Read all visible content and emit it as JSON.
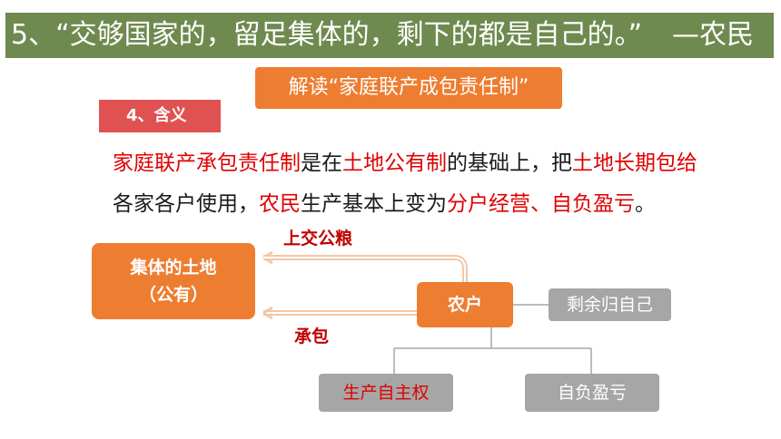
{
  "title": {
    "main": "5、“交够国家的，留足集体的，剩下的都是自己的。”",
    "author": "—农民"
  },
  "tag_reading": "解读“家庭联产成包责任制”",
  "section_tag": "4、含义",
  "paragraph": {
    "line1": [
      {
        "text": "家庭联产承包责任制",
        "hl": true
      },
      {
        "text": "是在",
        "hl": false
      },
      {
        "text": "土地公有制",
        "hl": true
      },
      {
        "text": "的基础上，把",
        "hl": false
      },
      {
        "text": "土地长期包给",
        "hl": true
      }
    ],
    "line2": [
      {
        "text": "各家各户使用，",
        "hl": false
      },
      {
        "text": "农民",
        "hl": true
      },
      {
        "text": "生产基本上变为",
        "hl": false
      },
      {
        "text": "分户经营、自负盈亏",
        "hl": true
      },
      {
        "text": "。",
        "hl": false
      }
    ]
  },
  "diagram": {
    "land_line1": "集体的土地",
    "land_line2": "（公有）",
    "farmer": "农户",
    "label_up": "上交公粮",
    "label_contract": "承包",
    "remainder": "剩余归自己",
    "production_autonomy": "生产自主权",
    "self_responsibility": "自负盈亏"
  },
  "colors": {
    "title_bg": "#6f8a4f",
    "orange": "#ed7d31",
    "red_tag": "#e05252",
    "highlight": "#e00000",
    "gray": "#a6a6a6"
  }
}
